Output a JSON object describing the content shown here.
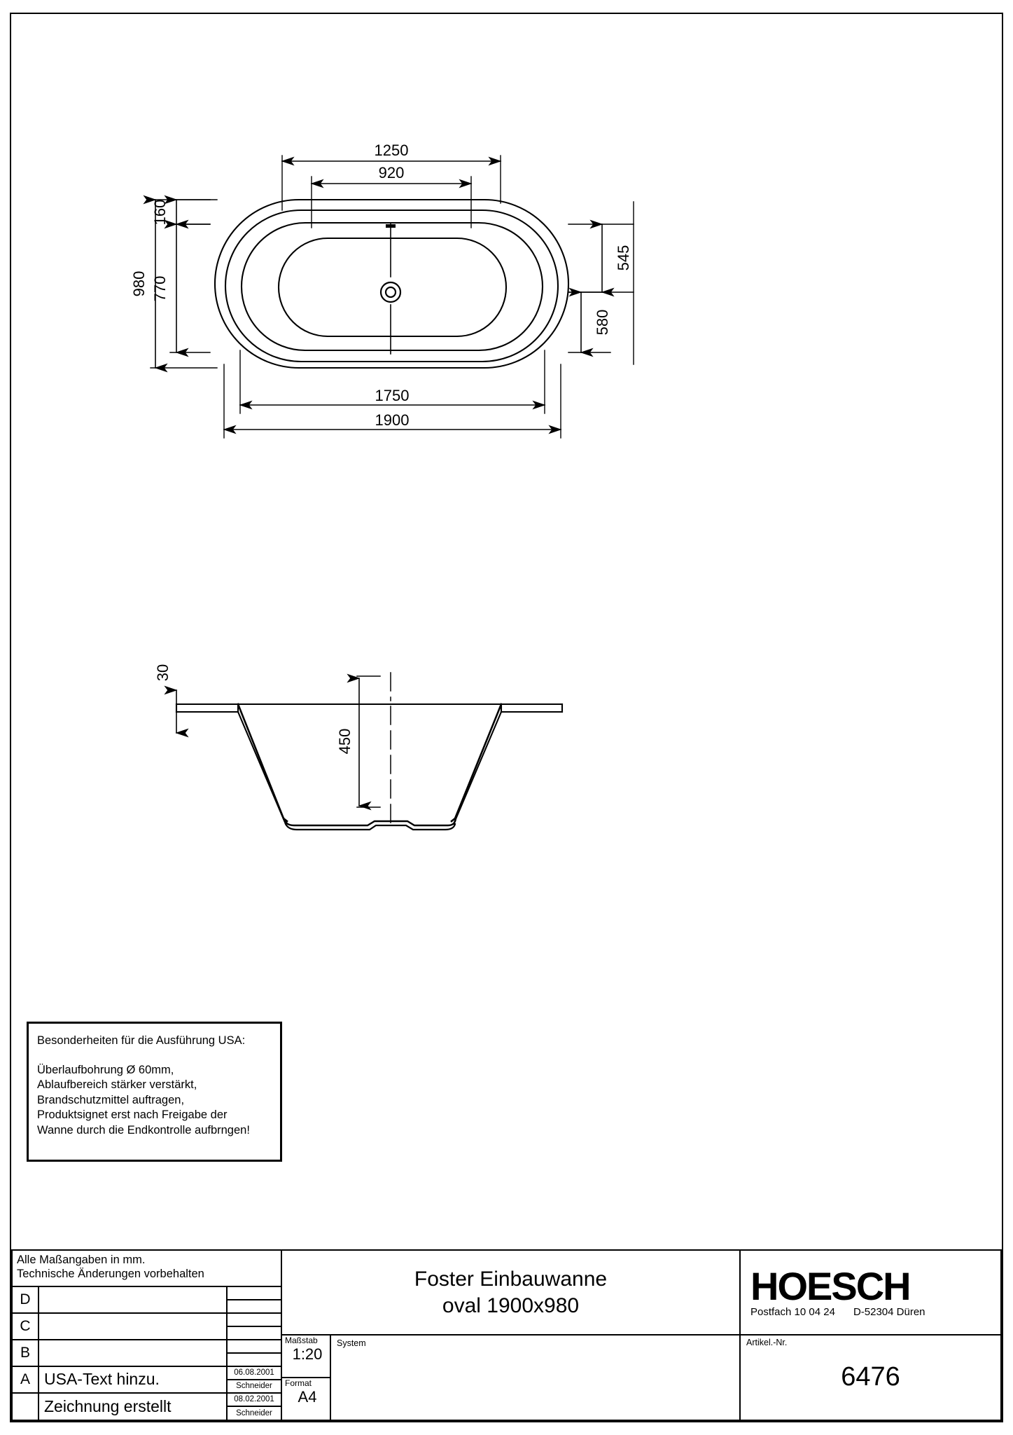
{
  "sheet": {
    "format": "A4",
    "units_note_line1": "Alle Maßangaben in mm.",
    "units_note_line2": "Technische Änderungen vorbehalten"
  },
  "note_box": {
    "heading": "Besonderheiten für die Ausführung USA:",
    "lines": [
      "Überlaufbohrung Ø 60mm,",
      "Ablaufbereich stärker verstärkt,",
      "Brandschutzmittel auftragen,",
      "Produktsignet erst nach Freigabe der",
      "Wanne durch die Endkontrolle aufbrngen!"
    ]
  },
  "title_block": {
    "product_title_line1": "Foster Einbauwanne",
    "product_title_line2": "oval 1900x980",
    "scale_label": "Maßstab",
    "scale_value": "1:20",
    "format_label": "Format",
    "format_value": "A4",
    "system_label": "System",
    "system_value": "",
    "article_label": "Artikel.-Nr.",
    "article_value": "6476",
    "company": "HOESCH",
    "address_pobox": "Postfach 10 04 24",
    "address_city": "D-52304 Düren",
    "revisions": [
      {
        "letter": "D",
        "description": "",
        "date": "",
        "name": ""
      },
      {
        "letter": "C",
        "description": "",
        "date": "",
        "name": ""
      },
      {
        "letter": "B",
        "description": "",
        "date": "",
        "name": ""
      },
      {
        "letter": "A",
        "description": "USA-Text hinzu.",
        "date": "06.08.2001",
        "name": "Schneider"
      },
      {
        "letter": "",
        "description": "Zeichnung erstellt",
        "date": "08.02.2001",
        "name": "Schneider"
      }
    ]
  },
  "drawing": {
    "type": "technical-drawing",
    "object": "Foster Einbauwanne oval 1900x980",
    "views": [
      {
        "name": "top-view",
        "description": "Oval bathtub plan view with concentric oval rim, inner oval basin and central drain"
      },
      {
        "name": "section-view",
        "description": "Cross section through bathtub showing rim and tapered walls"
      }
    ],
    "dimensions": {
      "top_outer_width": "1900",
      "top_inner_width": "1750",
      "top_basin_width": "1250",
      "top_bottom_width": "920",
      "left_outer_height": "980",
      "left_inner_height": "770",
      "left_rim_offset": "160",
      "right_height_545": "545",
      "right_height_580": "580",
      "section_rim_thickness": "30",
      "section_depth": "450"
    }
  },
  "colors": {
    "ink": "#000000",
    "paper": "#ffffff"
  }
}
